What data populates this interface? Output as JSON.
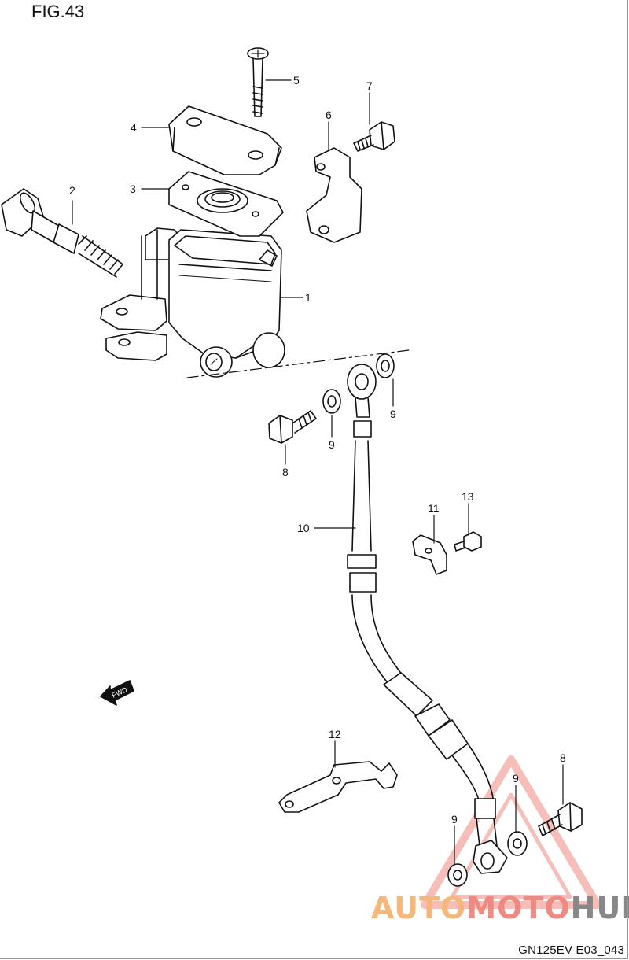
{
  "figure": {
    "title": "FIG.43",
    "code": "GN125EV E03_043"
  },
  "watermark": {
    "part1": "AUTO",
    "part2": "MOTO",
    "part3": "HUB",
    "color1": "#f6b77a",
    "color2": "#f08a80",
    "color3": "#888888",
    "triangle_color": "#f08a80"
  },
  "callouts": [
    "1",
    "2",
    "3",
    "4",
    "5",
    "6",
    "7",
    "8",
    "8",
    "9",
    "9",
    "9",
    "9",
    "10",
    "11",
    "12",
    "13"
  ],
  "direction_label": "FWD",
  "line_color": "#111111"
}
